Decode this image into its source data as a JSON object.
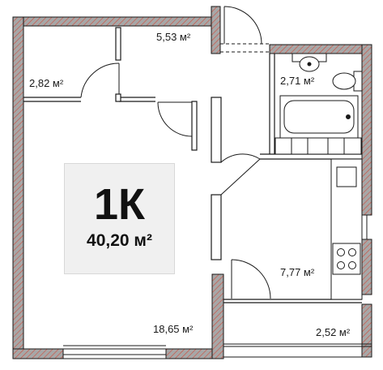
{
  "plan": {
    "rooms": "1К",
    "total_area": "40,20 м²",
    "areas": {
      "hall": "5,53 м²",
      "wardrobe": "2,82 м²",
      "bathroom": "2,71 м²",
      "kitchen": "7,77 м²",
      "living": "18,65 м²",
      "balcony": "2,52 м²"
    }
  },
  "colors": {
    "wall": "#9a9a9a",
    "wall_hatch": "#d24a3a",
    "line": "#1a1a1a",
    "badge_bg": "#f0f0f0"
  }
}
